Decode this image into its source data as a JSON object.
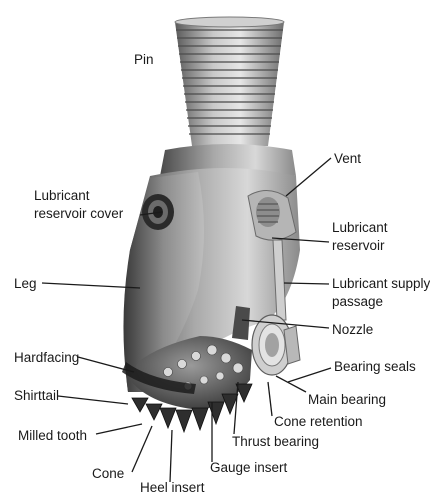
{
  "labels": {
    "pin": "Pin",
    "vent": "Vent",
    "reservoir_cover_1": "Lubricant",
    "reservoir_cover_2": "reservoir cover",
    "reservoir_1": "Lubricant",
    "reservoir_2": "reservoir",
    "leg": "Leg",
    "supply_passage_1": "Lubricant supply",
    "supply_passage_2": "passage",
    "nozzle": "Nozzle",
    "hardfacing": "Hardfacing",
    "bearing_seals": "Bearing seals",
    "shirttail": "Shirttail",
    "main_bearing": "Main bearing",
    "cone_retention": "Cone retention",
    "milled_tooth": "Milled tooth",
    "thrust_bearing": "Thrust bearing",
    "gauge_insert": "Gauge insert",
    "cone": "Cone",
    "heel_insert": "Heel insert"
  }
}
